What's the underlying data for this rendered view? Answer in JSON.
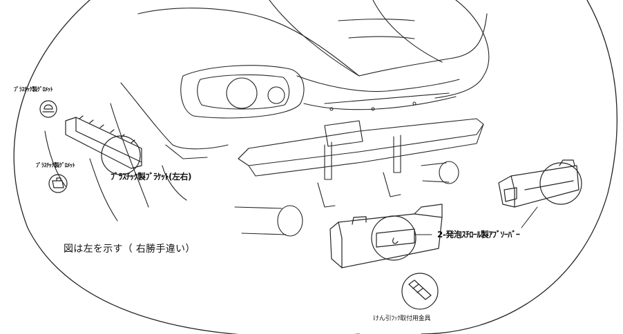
{
  "labels": {
    "grommet_top": "ﾌﾟﾗｽﾁｯｸ製ｸﾞﾛﾒｯﾄ",
    "grommet_bottom": "ﾌﾟﾗｽﾁｯｸ製ｸﾞﾛﾒｯﾄ",
    "bracket": "ﾌﾟﾗｽﾁｯｸ製ﾌﾞﾗｹｯﾄ(左右)",
    "absorber": "2-発泡ｽﾁﾛｰﾙ製ｱﾌﾞｿｰﾊﾞｰ",
    "towing_fitting": "けん引ﾌｯｸ取付用金具",
    "note": "図は左を示す（ 右勝手違い）"
  },
  "colors": {
    "line": "#222222",
    "background": "#ffffff"
  }
}
